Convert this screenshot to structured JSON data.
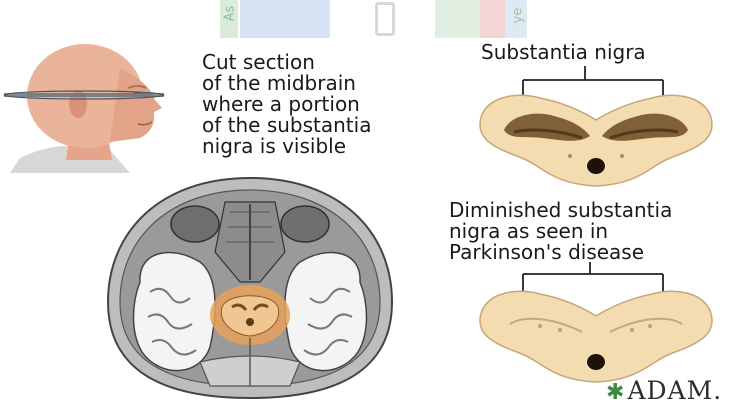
{
  "captions": {
    "head_caption": "Cut section\nof the midbrain\nwhere a portion\nof the substantia\nnigra is visible",
    "normal_label": "Substantia nigra",
    "diminished_label": "Diminished substantia\nnigra as seen in\nParkinson's disease"
  },
  "watermark": {
    "left_text": "As",
    "right_text": "ye"
  },
  "logo": {
    "star": "✱",
    "text": "ADAM."
  },
  "colors": {
    "midbrain_fill": "#f2dcb0",
    "substantia_dark": "#6b4a23",
    "highlight_orange": "#e8a05a",
    "brain_gray": "#8a8a8a"
  }
}
